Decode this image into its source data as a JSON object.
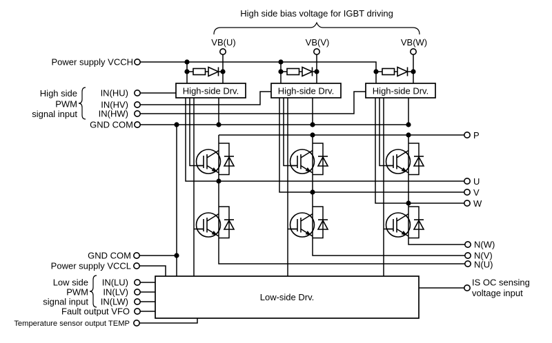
{
  "title": "High side bias voltage for IGBT driving",
  "blocks": {
    "high_side_drv": "High-side Drv.",
    "low_side_drv": "Low-side Drv."
  },
  "top_terminals": {
    "vb_u": "VB(U)",
    "vb_v": "VB(V)",
    "vb_w": "VB(W)"
  },
  "left_inputs": {
    "vcch": "Power supply VCCH",
    "high_group_line1": "High side",
    "high_group_line2": "PWM",
    "high_group_line3": "signal input",
    "in_hu": "IN(HU)",
    "in_hv": "IN(HV)",
    "in_hw": "IN(HW)",
    "gnd_com": "GND COM"
  },
  "bottom_left_inputs": {
    "gnd_com": "GND COM",
    "vccl": "Power supply VCCL",
    "low_group_line1": "Low side",
    "low_group_line2": "PWM",
    "low_group_line3": "signal input",
    "in_lu": "IN(LU)",
    "in_lv": "IN(LV)",
    "in_lw": "IN(LW)",
    "vfo": "Fault output VFO",
    "temp": "Temperature sensor output TEMP"
  },
  "right_terminals": {
    "p": "P",
    "u": "U",
    "v": "V",
    "w": "W",
    "n_w": "N(W)",
    "n_v": "N(V)",
    "n_u": "N(U)",
    "is_line1": "IS OC sensing",
    "is_line2": "voltage input"
  },
  "colors": {
    "line": "#000000",
    "background": "#ffffff"
  }
}
